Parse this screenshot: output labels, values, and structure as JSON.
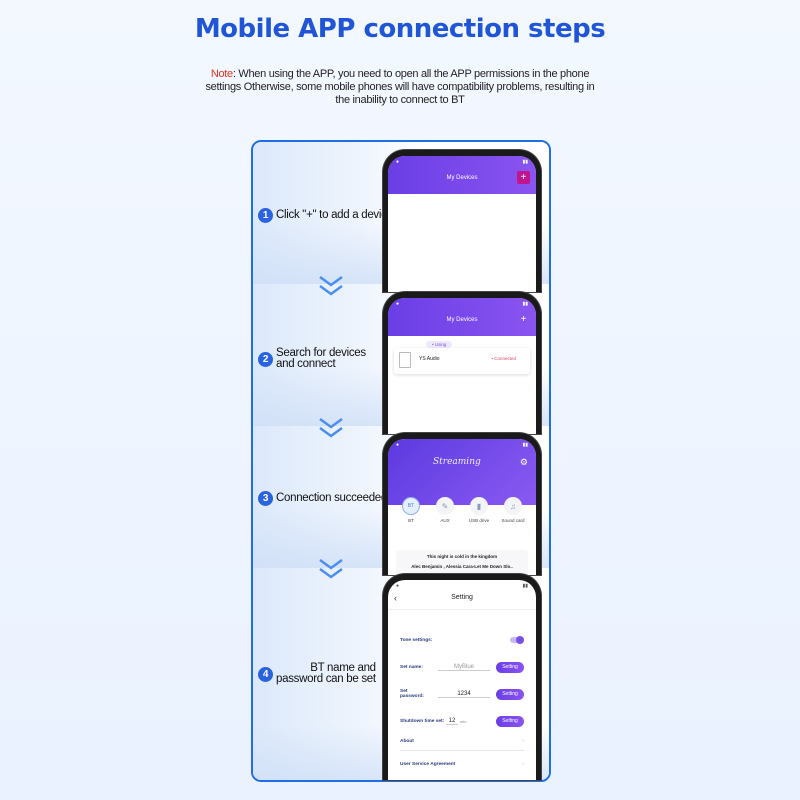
{
  "title": "Mobile APP connection steps",
  "note": {
    "label": "Note",
    "text": ": When using the APP, you need to open all the APP permissions in the phone settings Otherwise, some mobile phones will have compatibility problems, resulting in the inability to connect to BT"
  },
  "steps": [
    {
      "number": "1",
      "text": "Click \"+\" to add a device"
    },
    {
      "number": "2",
      "text_line1": "Search for devices",
      "text_line2": "and connect"
    },
    {
      "number": "3",
      "text": "Connection succeeded"
    },
    {
      "number": "4",
      "text_line1": "BT name and",
      "text_line2": "password can be set"
    }
  ],
  "screen1": {
    "title": "My Devices",
    "plus": "+",
    "plus_color": "#c0158f"
  },
  "screen2": {
    "title": "My Devices",
    "plus": "+",
    "using": "• Using",
    "device_name": "YS Audio",
    "device_status": "• Connected"
  },
  "screen3": {
    "logo": "Streaming",
    "modes": [
      {
        "label": "BT",
        "icon": "BT"
      },
      {
        "label": "AUX",
        "icon": "✎"
      },
      {
        "label": "USB drive",
        "icon": "▮"
      },
      {
        "label": "Sound card",
        "icon": "♫"
      }
    ],
    "song_title": "This night is cold in the kingdom",
    "song_artist": "Alec Benjamin , Alessia Cara-Let Me Down Slo.."
  },
  "screen4": {
    "title": "Setting",
    "tone_label": "Tone settings:",
    "set_name_label": "Set name:",
    "set_name_value": "MyBlue",
    "set_password_label": "Set password:",
    "set_password_value": "1234",
    "shutdown_label": "Shutdown time set:",
    "shutdown_value": "12",
    "shutdown_unit": "min",
    "button_label": "Setting",
    "about_label": "About",
    "agreement_label": "User Service Agreement"
  },
  "colors": {
    "title": "#1f55d6",
    "note_label": "#e8321e",
    "accent": "#2a63e0",
    "app_purple": "#7b4eea"
  }
}
